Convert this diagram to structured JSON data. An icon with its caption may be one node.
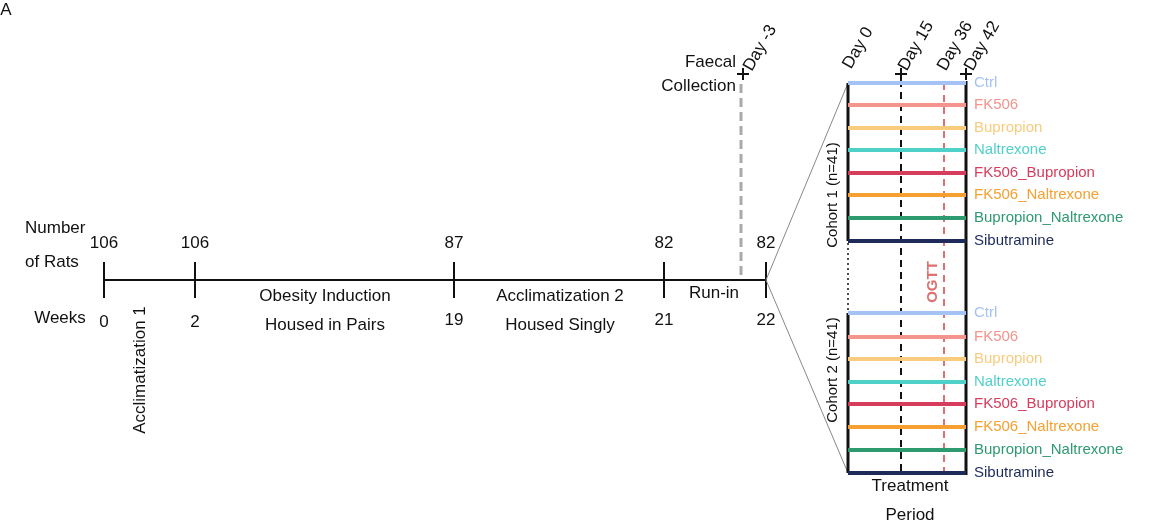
{
  "diagram": {
    "labels": [
      "A",
      "Day -3",
      "Faecal Collection",
      "Day 0",
      "Day 15",
      "Day 36",
      "Day 42",
      "Number of Rats",
      "106",
      "106",
      "87",
      "82",
      "82",
      "Weeks",
      "0",
      "Acclimatization 1",
      "2",
      "Obesity Induction Housed in Pairs",
      "19",
      "Acclimatization 2 Housed Singly",
      "21",
      "Run-in",
      "22",
      "Cohort 1 (n=41)",
      "OGTT",
      "Cohort 2 (n=41)",
      "Treatment Period"
    ],
    "legend": [
      {
        "text": "Ctrl",
        "color": "#a4c2f4"
      },
      {
        "text": "FK506",
        "color": "#f4948c"
      },
      {
        "text": "Bupropion",
        "color": "#f9cb7c"
      },
      {
        "text": "Naltrexone",
        "color": "#4fd0c8"
      },
      {
        "text": "FK506_Bupropion",
        "color": "#d63c5c"
      },
      {
        "text": "FK506_Naltrexone",
        "color": "#f5a030"
      },
      {
        "text": "Bupropion_Naltrexone",
        "color": "#2e9a70"
      },
      {
        "text": "Sibutramine",
        "color": "#1e2a5a"
      },
      {
        "text": "Ctrl",
        "color": "#a4c2f4"
      },
      {
        "text": "FK506",
        "color": "#f4948c"
      },
      {
        "text": "Bupropion",
        "color": "#f9cb7c"
      },
      {
        "text": "Naltrexone",
        "color": "#4fd0c8"
      },
      {
        "text": "FK506_Bupropion",
        "color": "#d63c5c"
      },
      {
        "text": "FK506_Naltrexone",
        "color": "#f5a030"
      },
      {
        "text": "Bupropion_Naltrexone",
        "color": "#2e9a70"
      },
      {
        "text": "Sibutramine",
        "color": "#1e2a5a"
      }
    ]
  }
}
